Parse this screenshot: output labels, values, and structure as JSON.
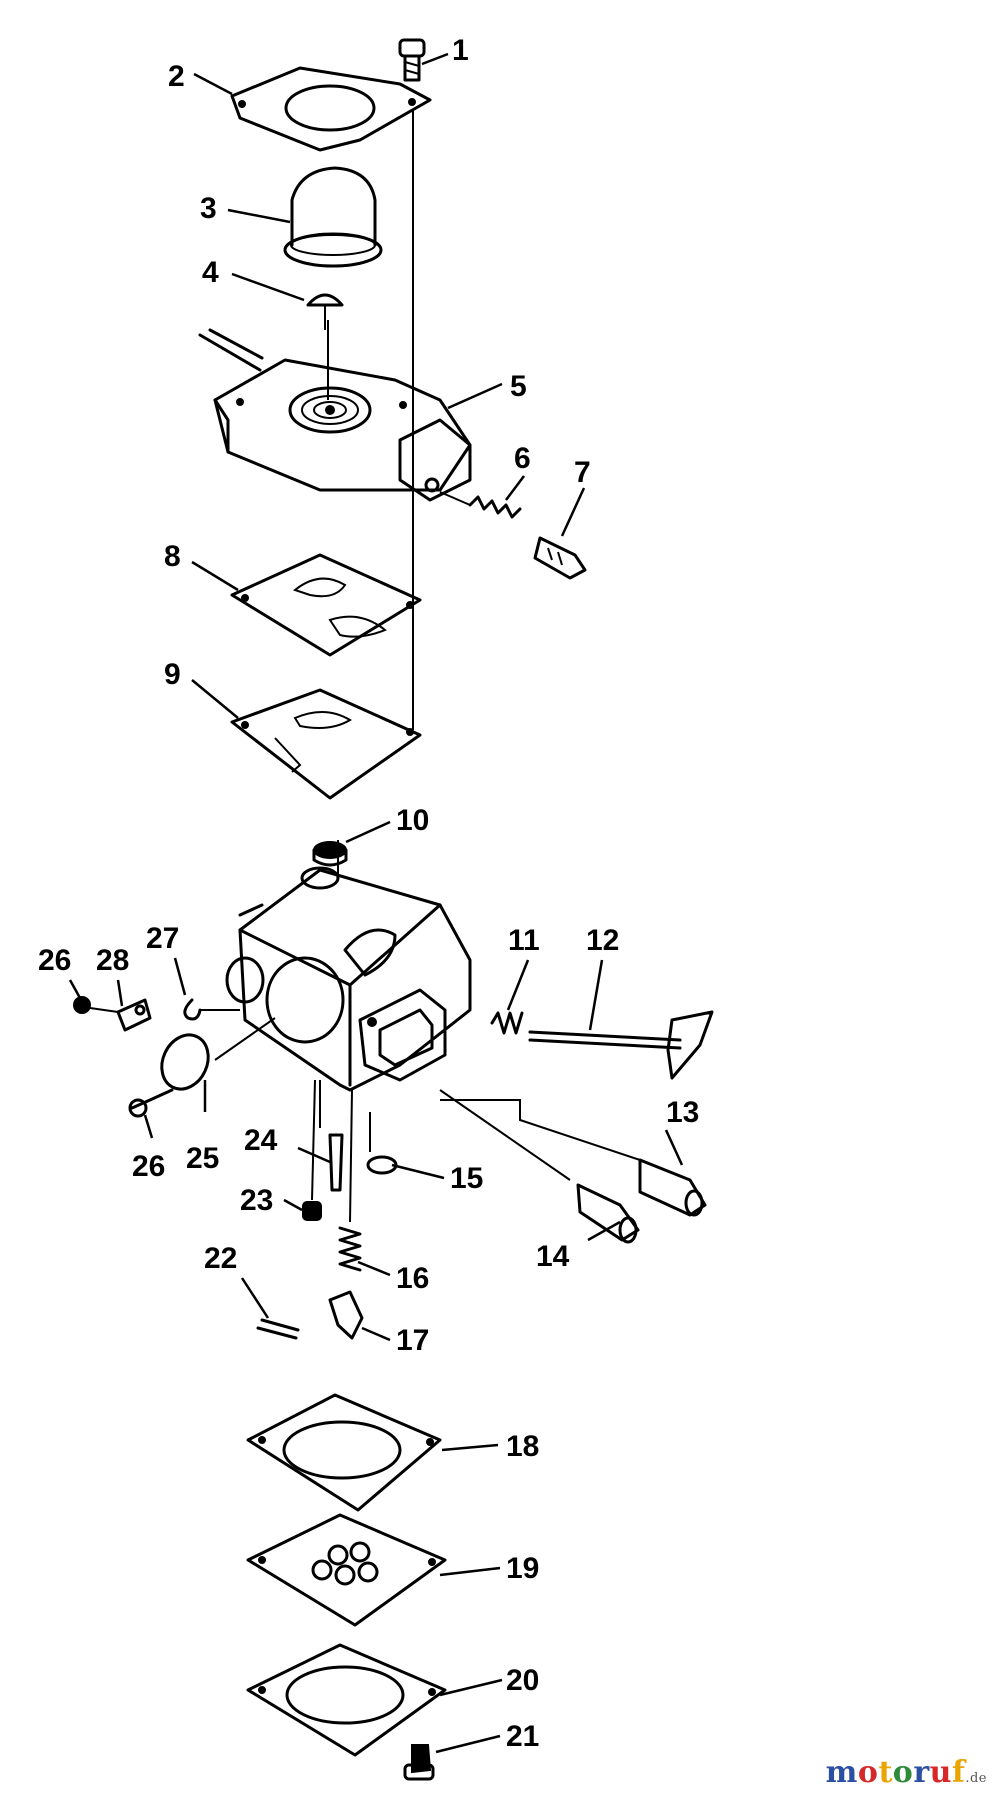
{
  "diagram": {
    "callouts": [
      "1",
      "2",
      "3",
      "4",
      "5",
      "6",
      "7",
      "8",
      "9",
      "10",
      "11",
      "12",
      "13",
      "14",
      "15",
      "16",
      "17",
      "18",
      "19",
      "20",
      "21",
      "22",
      "23",
      "24",
      "25",
      "26",
      "27",
      "28",
      "26"
    ]
  },
  "watermark": {
    "letters": [
      "m",
      "o",
      "t",
      "o",
      "r",
      "u",
      "f"
    ],
    "letter_colors": [
      "#2b4fa3",
      "#d62828",
      "#e9a400",
      "#2e8b3a",
      "#2b4fa3",
      "#d62828",
      "#e9a400"
    ],
    "suffix": ".de"
  }
}
